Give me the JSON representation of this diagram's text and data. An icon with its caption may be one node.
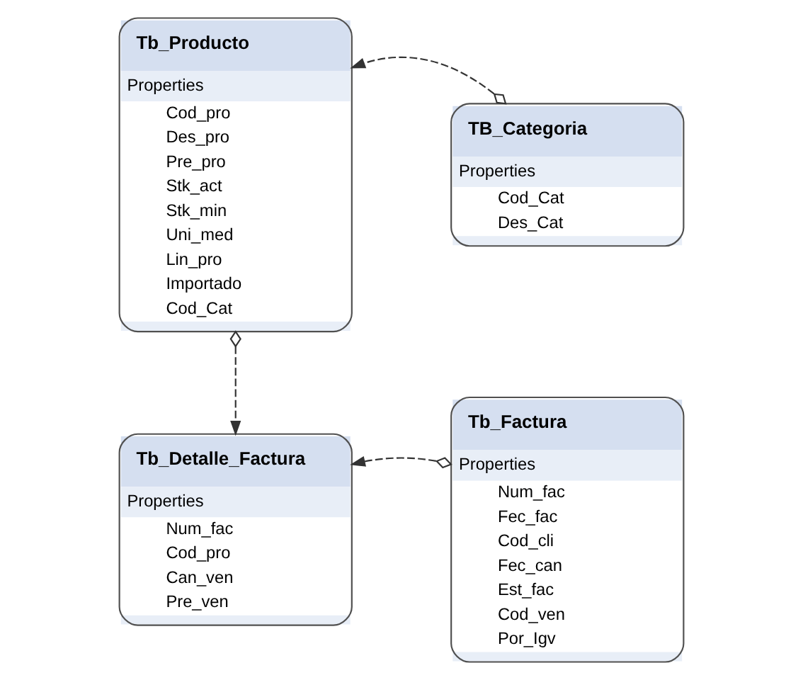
{
  "diagram": {
    "nodes": [
      {
        "text": [
          "Tb_Producto",
          "Properties",
          "Cod_pro",
          "Des_pro",
          "Pre_pro",
          "Stk_act",
          "Stk_min",
          "Uni_med",
          "Lin_pro",
          "Importado",
          "Cod_Cat"
        ]
      },
      {
        "text": [
          "TB_Categoria",
          "Properties",
          "Cod_Cat",
          "Des_Cat"
        ]
      },
      {
        "text": [
          "Tb_Factura",
          "Properties",
          "Num_fac",
          "Fec_fac",
          "Cod_cli",
          "Fec_can",
          "Est_fac",
          "Cod_ven",
          "Por_Igv"
        ]
      },
      {
        "text": [
          "Tb_Detalle_Factura",
          "Properties",
          "Num_fac",
          "Cod_pro",
          "Can_ven",
          "Pre_ven"
        ]
      }
    ],
    "edges": [
      {
        "from": 1,
        "to": 0,
        "arrow": "to",
        "style": "dashed"
      },
      {
        "from": 0,
        "to": 3,
        "arrow": "to",
        "style": "dashed"
      },
      {
        "from": 2,
        "to": 3,
        "arrow": "to",
        "style": "dashed"
      }
    ]
  }
}
